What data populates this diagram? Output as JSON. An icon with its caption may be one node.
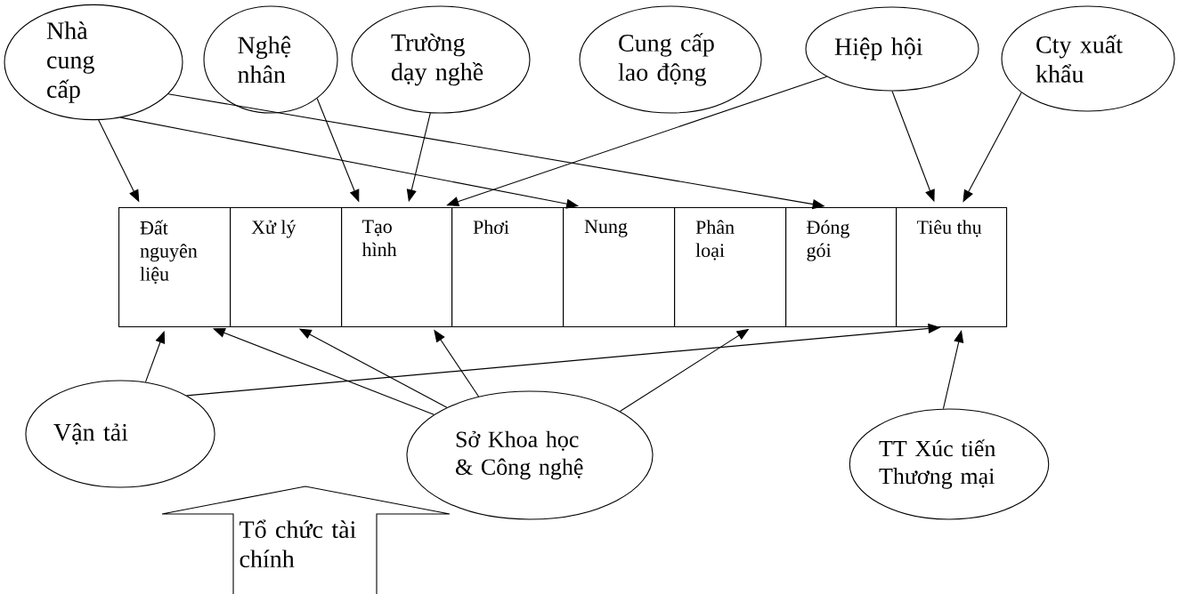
{
  "diagram": {
    "nodes": [
      {
        "text": [
          "Nhà cung cấp"
        ]
      },
      {
        "text": [
          "Nghệ nhân"
        ]
      },
      {
        "text": [
          "Trường dạy nghề"
        ]
      },
      {
        "text": [
          "Cung cấp lao động"
        ]
      },
      {
        "text": [
          "Hiệp hội"
        ]
      },
      {
        "text": [
          "Cty xuất khẩu"
        ]
      },
      {
        "text": [
          "Đất nguyên liệu"
        ]
      },
      {
        "text": [
          "Xử lý"
        ]
      },
      {
        "text": [
          "Tạo hình"
        ]
      },
      {
        "text": [
          "Phơi"
        ]
      },
      {
        "text": [
          "Nung"
        ]
      },
      {
        "text": [
          "Phân loại"
        ]
      },
      {
        "text": [
          "Đóng gói"
        ]
      },
      {
        "text": [
          "Tiêu thụ"
        ]
      },
      {
        "text": [
          "Vận tải"
        ]
      },
      {
        "text": [
          "Sở Khoa học & Công nghệ"
        ]
      },
      {
        "text": [
          "TT Xúc tiến Thương mại"
        ]
      },
      {
        "text": [
          "Tổ chức tài chính"
        ]
      }
    ],
    "edges": [
      {
        "from": 0,
        "to": 6,
        "arrow": "to"
      },
      {
        "from": 0,
        "to": 10,
        "arrow": "to"
      },
      {
        "from": 0,
        "to": 12,
        "arrow": "to"
      },
      {
        "from": 1,
        "to": 8,
        "arrow": "to"
      },
      {
        "from": 2,
        "to": 8,
        "arrow": "to"
      },
      {
        "from": 4,
        "to": 8,
        "arrow": "to"
      },
      {
        "from": 4,
        "to": 13,
        "arrow": "to"
      },
      {
        "from": 5,
        "to": 13,
        "arrow": "to"
      },
      {
        "from": 14,
        "to": 6,
        "arrow": "to"
      },
      {
        "from": 14,
        "to": 13,
        "arrow": "to"
      },
      {
        "from": 15,
        "to": 6,
        "arrow": "to"
      },
      {
        "from": 15,
        "to": 7,
        "arrow": "to"
      },
      {
        "from": 15,
        "to": 8,
        "arrow": "to"
      },
      {
        "from": 15,
        "to": 11,
        "arrow": "to"
      },
      {
        "from": 16,
        "to": 13,
        "arrow": "to"
      }
    ]
  }
}
